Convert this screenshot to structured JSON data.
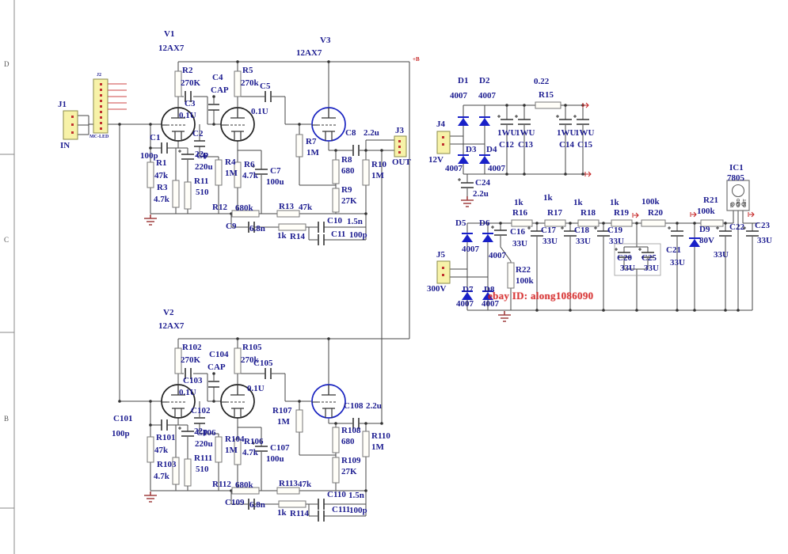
{
  "sheet": {
    "zone_d": "D",
    "zone_c": "C",
    "zone_b": "B"
  },
  "watermark": "ebay ID: along1086090",
  "colors": {
    "label_navy": "#1c1c90",
    "diode_blue": "#1820c8",
    "connector_yellow": "#f7f2a8",
    "ground_red": "#a04040",
    "watermark_red": "#d42222"
  },
  "ta": {
    "v1": "V1",
    "v1_type": "12AX7",
    "v3": "V3",
    "v3_type": "12AX7",
    "j1": "J1",
    "j1_sub": "IN",
    "j2": "J2",
    "j2_sub": "MC-LED",
    "j3": "J3",
    "j3_sub": "OUT",
    "bplus": "+B",
    "r1": "R1",
    "r1v": "47k",
    "r2": "R2",
    "r2v": "270K",
    "r3": "R3",
    "r3v": "4.7k",
    "r4": "R4",
    "r4v": "1M",
    "r5": "R5",
    "r5v": "270k",
    "r6": "R6",
    "r6v": "4.7k",
    "r7": "R7",
    "r7v": "1M",
    "r8": "R8",
    "r8v": "680",
    "r9": "R9",
    "r9v": "27K",
    "r10": "R10",
    "r10v": "1M",
    "r11": "R11",
    "r11v": "510",
    "r12": "R12",
    "r12v": "680k",
    "r13": "R13",
    "r13v": "47k",
    "r14": "R14",
    "r14v": "1k",
    "c1": "C1",
    "c1v": "100p",
    "c2": "C2",
    "c2v": "22p",
    "c3": "C3",
    "c3v": "0.1U",
    "c4": "C4",
    "c4v": "CAP",
    "c5": "C5",
    "c5v": "0.1U",
    "c6": "C6",
    "c6v": "220u",
    "c7": "C7",
    "c7v": "100u",
    "c8": "C8",
    "c8v": "2.2u",
    "c9": "C9",
    "c9v": "6.8n",
    "c10": "C10",
    "c10v": "1.5n",
    "c11": "C11",
    "c11v": "100p"
  },
  "ba": {
    "v2": "V2",
    "v2_type": "12AX7",
    "r101": "R101",
    "r101v": "47k",
    "r102": "R102",
    "r102v": "270K",
    "r103": "R103",
    "r103v": "4.7k",
    "r104": "R104",
    "r104v": "1M",
    "r105": "R105",
    "r105v": "270k",
    "r106": "R106",
    "r106v": "4.7k",
    "r107": "R107",
    "r107v": "1M",
    "r108": "R108",
    "r108v": "680",
    "r109": "R109",
    "r109v": "27K",
    "r110": "R110",
    "r110v": "1M",
    "r111": "R111",
    "r111v": "510",
    "r112": "R112",
    "r112v": "680k",
    "r113": "R113",
    "r113v": "47k",
    "r114": "R114",
    "r114v": "1k",
    "c101": "C101",
    "c101v": "100p",
    "c102": "C102",
    "c102v": "22p",
    "c103": "C103",
    "c103v": "0.1U",
    "c104": "C104",
    "c104v": "CAP",
    "c105": "C105",
    "c105v": "0.1U",
    "c106": "C106",
    "c106v": "220u",
    "c107": "C107",
    "c107v": "100u",
    "c108": "C108",
    "c108v": "2.2u",
    "c109": "C109",
    "c109v": "6.8n",
    "c110": "C110",
    "c110v": "1.5n",
    "c111": "C111",
    "c111v": "100p"
  },
  "ps": {
    "j4": "J4",
    "j4v": "12V",
    "j5": "J5",
    "j5v": "300V",
    "d1": "D1",
    "d2": "D2",
    "d3": "D3",
    "d4": "D4",
    "d5": "D5",
    "d6": "D6",
    "d7": "D7",
    "d8": "D8",
    "d9": "D9",
    "d9v": "80V",
    "p4007": "4007",
    "r15": "R15",
    "r15v": "0.22",
    "r16": "R16",
    "r17": "R17",
    "r18": "R18",
    "r19": "R19",
    "k1": "1k",
    "r20": "R20",
    "r20v": "100k",
    "r21": "R21",
    "r21v": "100k",
    "r22": "R22",
    "r22v": "100k",
    "c12": "C12",
    "c13": "C13",
    "c14": "C14",
    "c15": "C15",
    "wu": "1WU",
    "c24": "C24",
    "c24v": "2.2u",
    "c16": "C16",
    "c17": "C17",
    "c18": "C18",
    "c19": "C19",
    "c20": "C20",
    "c21": "C21",
    "c22": "C22",
    "c23": "C23",
    "c25": "C25",
    "u33": "33U",
    "ic1": "IC1",
    "ic1v": "7805",
    "pin_in": "IN",
    "pin_gnd": "GND",
    "pin_out": "OUT"
  }
}
